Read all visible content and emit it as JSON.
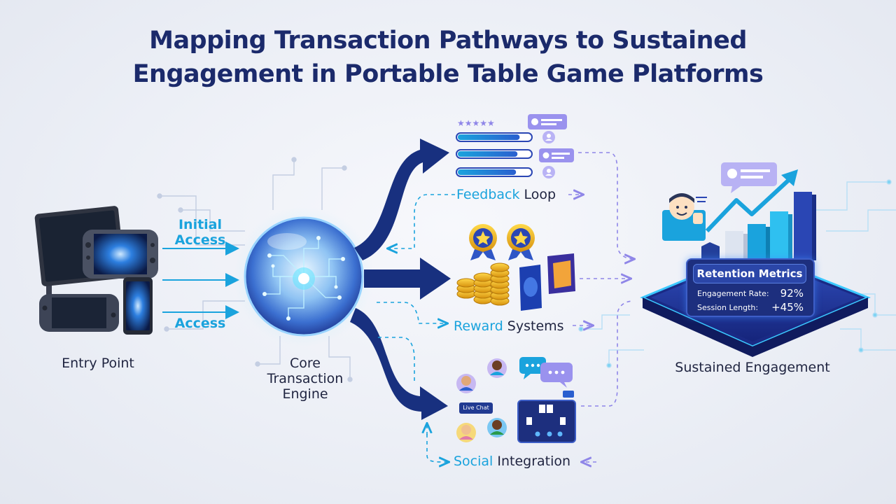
{
  "title": {
    "line1": "Mapping Transaction Pathways to Sustained",
    "line2": "Engagement in Portable Table Game Platforms"
  },
  "entry": {
    "label": "Entry Point",
    "arrow_top": "Initial Access",
    "arrow_top_line1": "Initial",
    "arrow_top_line2": "Access",
    "arrow_bottom": "Access"
  },
  "engine": {
    "line1": "Core",
    "line2": "Transaction",
    "line3": "Engine"
  },
  "branches": {
    "feedback": {
      "highlight": "Feedback",
      "rest": " Loop"
    },
    "reward": {
      "highlight": "Reward",
      "rest": " Systems"
    },
    "social": {
      "highlight": "Social",
      "rest": " Integration",
      "chat_label": "Live Chat"
    }
  },
  "feedback_bars": [
    0.85,
    0.82,
    0.8
  ],
  "outcome": {
    "label": "Sustained Engagement",
    "panel_title": "Retention Metrics",
    "metrics": [
      {
        "name": "Engagement Rate:",
        "value": "92%"
      },
      {
        "name": "Session Length:",
        "value": "+45%"
      }
    ]
  },
  "colors": {
    "navy": "#1b2a6b",
    "cyan": "#1aa3dd",
    "arrow_navy": "#18307f",
    "purple": "#8f86e8",
    "gold": "#e6a814"
  },
  "icons": [
    "devices-icon",
    "orb-chip-icon",
    "star-rating-icon",
    "user-chat-icon",
    "medal-icon",
    "coin-stack-icon",
    "token-pack-icon",
    "avatar-icon",
    "chat-bubble-icon",
    "card-table-icon",
    "thumbs-up-user-icon",
    "bar-chart-icon",
    "trend-arrow-icon"
  ]
}
